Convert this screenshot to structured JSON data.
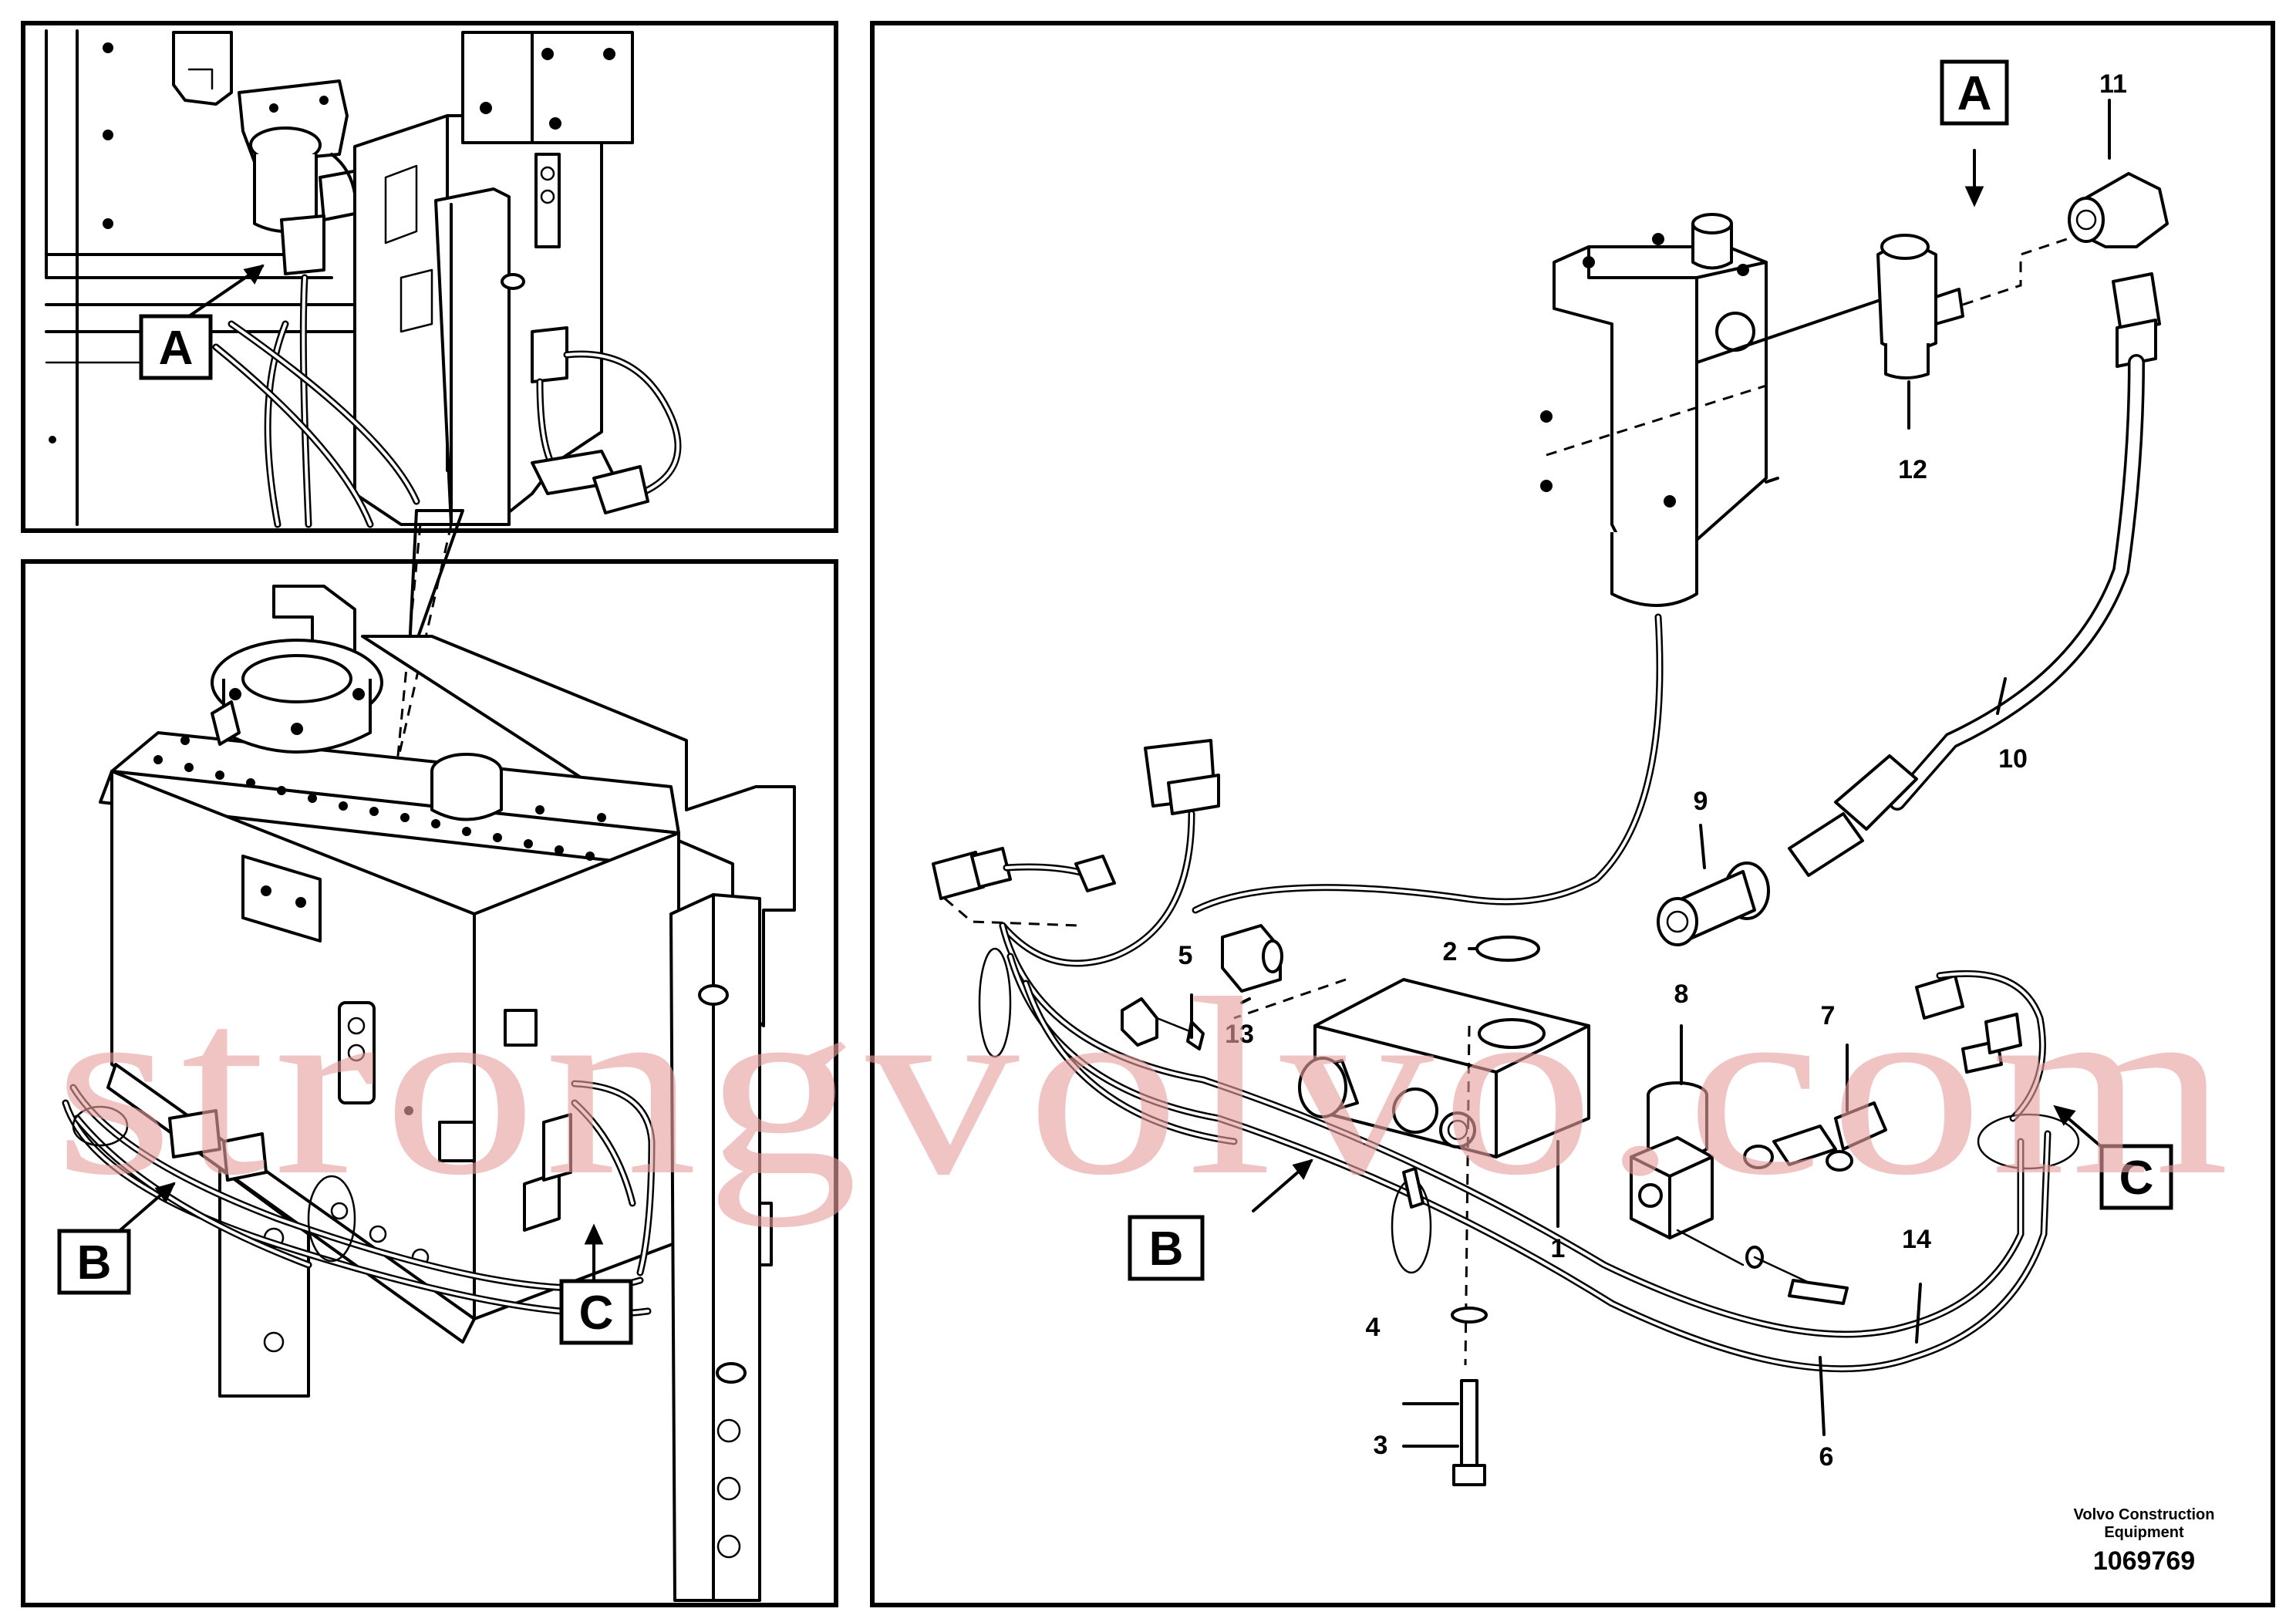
{
  "reference_labels": {
    "a": "A",
    "b": "B",
    "c": "C"
  },
  "part_numbers": [
    "1",
    "2",
    "3",
    "4",
    "5",
    "6",
    "7",
    "8",
    "9",
    "10",
    "11",
    "12",
    "13",
    "14"
  ],
  "caption": {
    "line1": "Volvo Construction",
    "line2": "Equipment",
    "drawing_number": "1069769"
  },
  "watermark": "strongvolvo.com"
}
